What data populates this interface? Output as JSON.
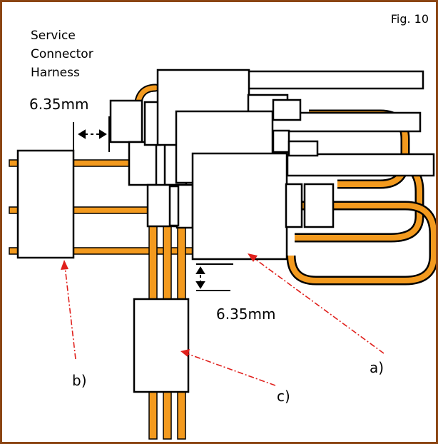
{
  "figure": {
    "fig_label": "Fig. 10",
    "title_lines": [
      "Service",
      "Connector",
      "Harness"
    ],
    "dimension_top": "6.35mm",
    "dimension_bottom": "6.35mm",
    "callouts": {
      "a": "a)",
      "b": "b)",
      "c": "c)"
    }
  },
  "colors": {
    "frame": "#8B4513",
    "wire": "#F39A1E",
    "wire_outline": "#000000",
    "callout_line": "#E0201C"
  }
}
